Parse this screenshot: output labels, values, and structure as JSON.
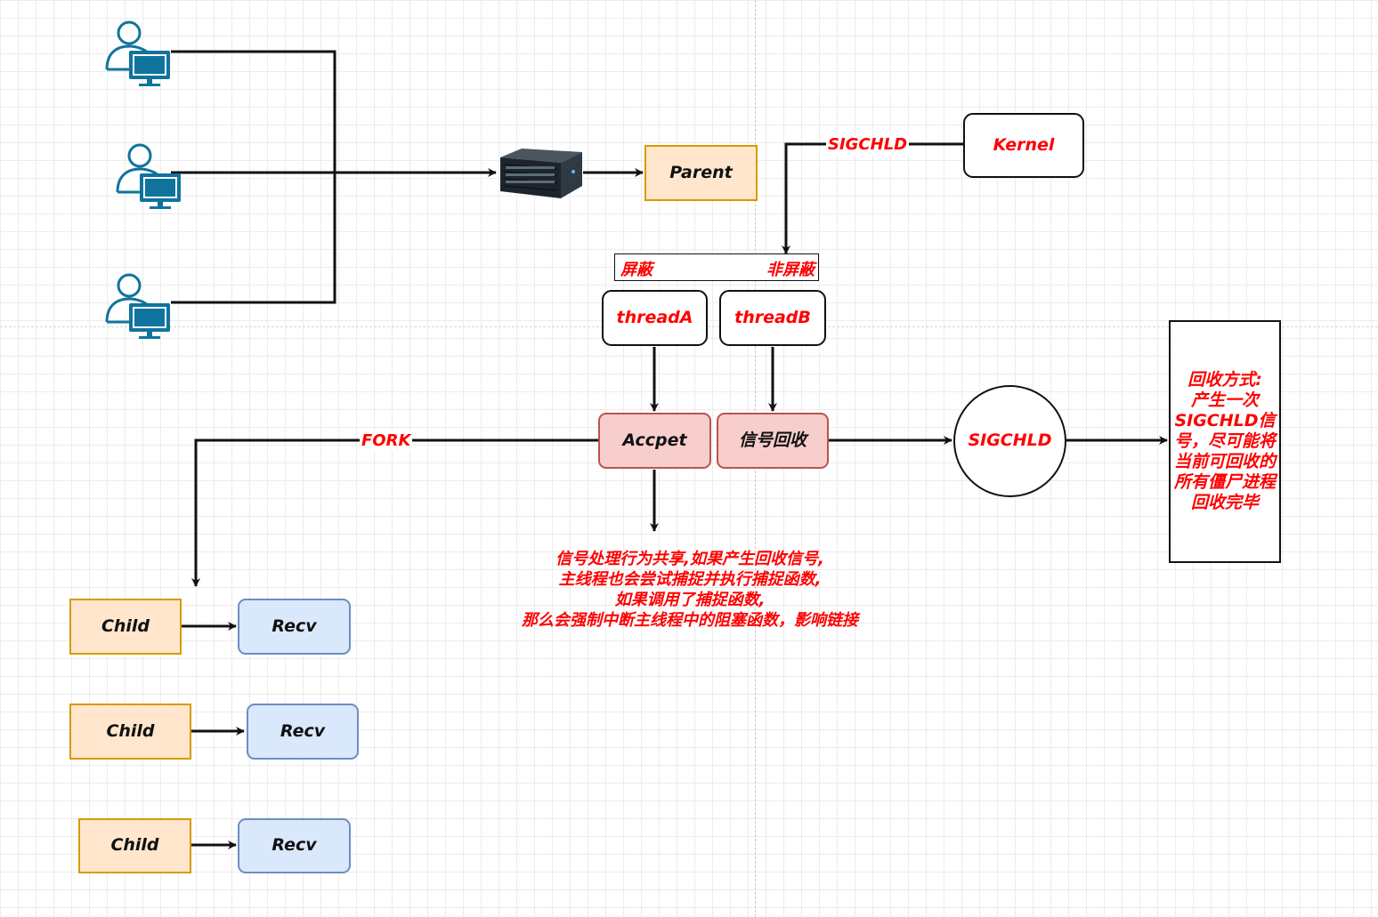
{
  "colors": {
    "orange_fill": "#ffe6cc",
    "orange_stroke": "#d79b00",
    "blue_fill": "#dae8fc",
    "blue_stroke": "#6c8ebf",
    "red_fill": "#f8cecc",
    "red_stroke": "#b85450",
    "accent_text": "#ff0000",
    "user_icon": "#10739e"
  },
  "icons": {
    "clients": [
      "user-computer-icon",
      "user-computer-icon",
      "user-computer-icon"
    ],
    "server": "server-icon"
  },
  "parent": {
    "label": "Parent"
  },
  "kernel": {
    "label": "Kernel"
  },
  "signal_edge": {
    "label": "SIGCHLD"
  },
  "mask": {
    "masked_label": "屏蔽",
    "unmasked_label": "非屏蔽"
  },
  "threads": {
    "a_label": "threadA",
    "b_label": "threadB"
  },
  "accept": {
    "label": "Accpet"
  },
  "signal_reclaim": {
    "label": "信号回收"
  },
  "fork_edge": {
    "label": "FORK"
  },
  "sigchld_node": {
    "label": "SIGCHLD"
  },
  "reclaim_method": {
    "lines": [
      "回收方式:",
      "产生一次",
      "SIGCHLD信",
      "号，尽可能将",
      "当前可回收的",
      "所有僵尸进程",
      "回收完毕"
    ]
  },
  "note": {
    "lines": [
      "信号处理行为共享,如果产生回收信号,",
      "主线程也会尝试捕捉并执行捕捉函数,",
      "如果调用了捕捉函数,",
      "那么会强制中断主线程中的阻塞函数，影响链接"
    ]
  },
  "children": [
    {
      "child_label": "Child",
      "recv_label": "Recv"
    },
    {
      "child_label": "Child",
      "recv_label": "Recv"
    },
    {
      "child_label": "Child",
      "recv_label": "Recv"
    }
  ]
}
